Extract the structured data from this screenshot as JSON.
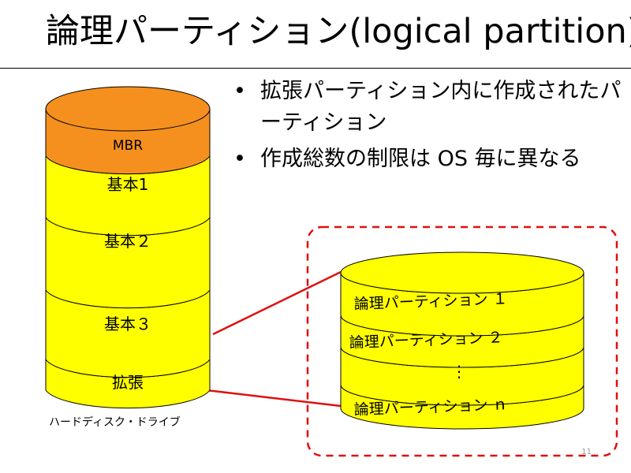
{
  "slide": {
    "title": "論理パーティション(logical partition)",
    "bullets": [
      "拡張パーティション内に作成されたパーティション",
      "作成総数の制限は OS 毎に異なる"
    ],
    "page_number": "11"
  },
  "disk": {
    "caption": "ハードディスク・ドライブ",
    "partitions": [
      "MBR",
      "基本1",
      "基本２",
      "基本３",
      "拡張"
    ]
  },
  "logical": {
    "partitions": [
      "論理パーティション １",
      "論理パーティション ２",
      "論理パーティション ｎ"
    ],
    "ellipsis": "⋮"
  },
  "colors": {
    "mbr": "#f5901e",
    "partition": "#ffff00",
    "connector": "#e01010",
    "outline": "#000000"
  }
}
